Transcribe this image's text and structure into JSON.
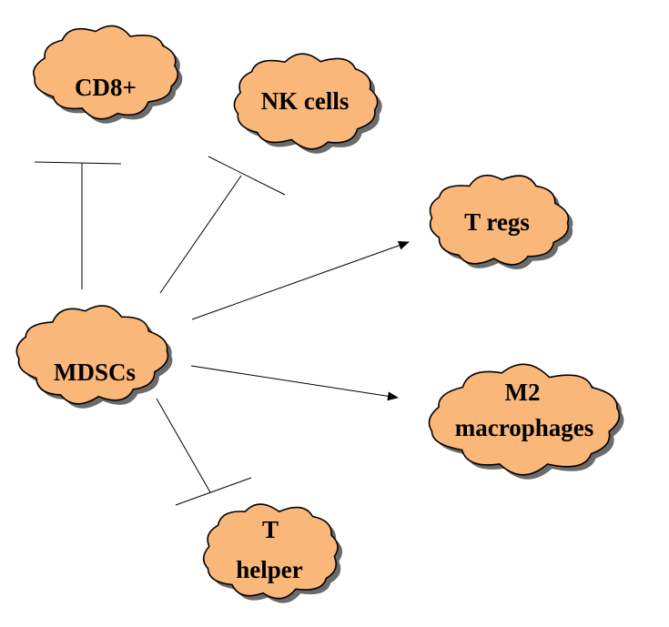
{
  "diagram": {
    "colors": {
      "cloud_fill": "#f9b77a",
      "cloud_shadow": "#6b6b6b",
      "line": "#000000",
      "background": "#ffffff"
    },
    "nodes": {
      "mdscs": {
        "label": "MDSCs"
      },
      "cd8": {
        "label": "CD8+"
      },
      "nk_cells": {
        "label": "NK cells"
      },
      "t_regs": {
        "label": "T regs"
      },
      "m2_macrophages": {
        "line1": "M2",
        "line2": "macrophages"
      },
      "t_helper": {
        "line1": "T",
        "line2": "helper"
      }
    },
    "edges": {
      "mdscs_to_cd8": {
        "type": "inhibition"
      },
      "mdscs_to_nk_cells": {
        "type": "inhibition"
      },
      "mdscs_to_t_regs": {
        "type": "activation"
      },
      "mdscs_to_m2_macrophages": {
        "type": "activation"
      },
      "mdscs_to_t_helper": {
        "type": "inhibition"
      }
    }
  }
}
